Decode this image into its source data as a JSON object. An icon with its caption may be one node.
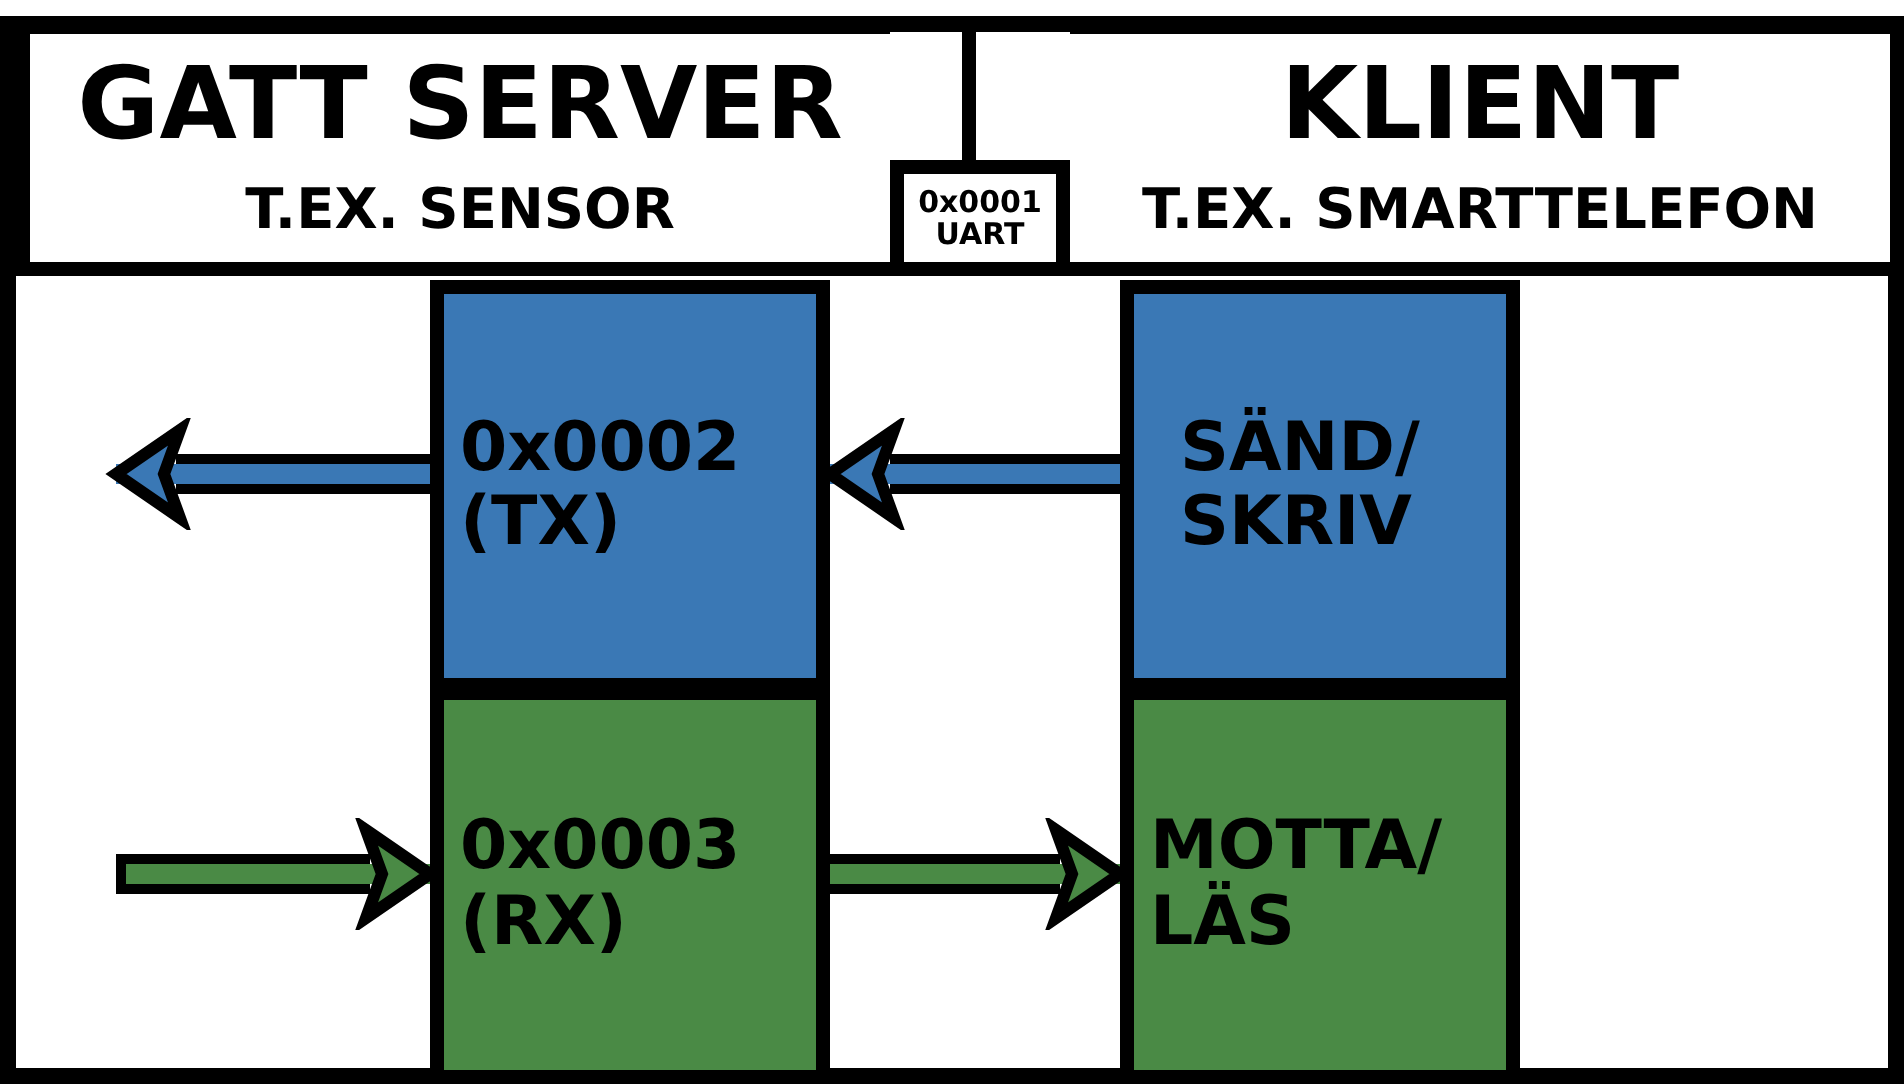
{
  "diagram": {
    "nodes": [
      {
        "text": [
          "GATT SERVER",
          "T.EX. SENSOR"
        ]
      },
      {
        "text": [
          "KLIENT",
          "T.EX. SMARTTELEFON"
        ]
      },
      {
        "text": [
          "0x0001 UART"
        ]
      },
      {
        "text": [
          "0x0002 (TX)"
        ]
      },
      {
        "text": [
          "0x0003 (RX)"
        ]
      },
      {
        "text": [
          "SÄND/ SKRIV"
        ]
      },
      {
        "text": [
          "MOTTA/ LÄS"
        ]
      }
    ],
    "edges": [
      {
        "from": 3,
        "to": null,
        "arrow": "to",
        "color": "#3a78b5"
      },
      {
        "from": 5,
        "to": 3,
        "arrow": "to",
        "color": "#3a78b5"
      },
      {
        "from": null,
        "to": 4,
        "arrow": "to",
        "color": "#4a8a45"
      },
      {
        "from": 4,
        "to": 6,
        "arrow": "to",
        "color": "#4a8a45"
      }
    ]
  }
}
